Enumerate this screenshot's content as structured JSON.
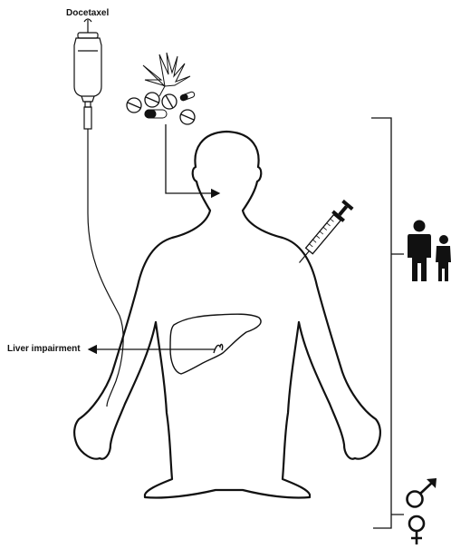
{
  "labels": {
    "docetaxel": "Docetaxel",
    "liver_impairment": "Liver impairment"
  },
  "icons": [
    "iv-bag-icon",
    "cannabis-leaf-icon",
    "pill-icon",
    "capsule-icon",
    "human-body-outline",
    "liver-icon",
    "syringe-icon",
    "adult-and-child-icon",
    "male-symbol-icon",
    "female-symbol-icon"
  ],
  "colors": {
    "stroke": "#111111",
    "background": "#ffffff"
  }
}
